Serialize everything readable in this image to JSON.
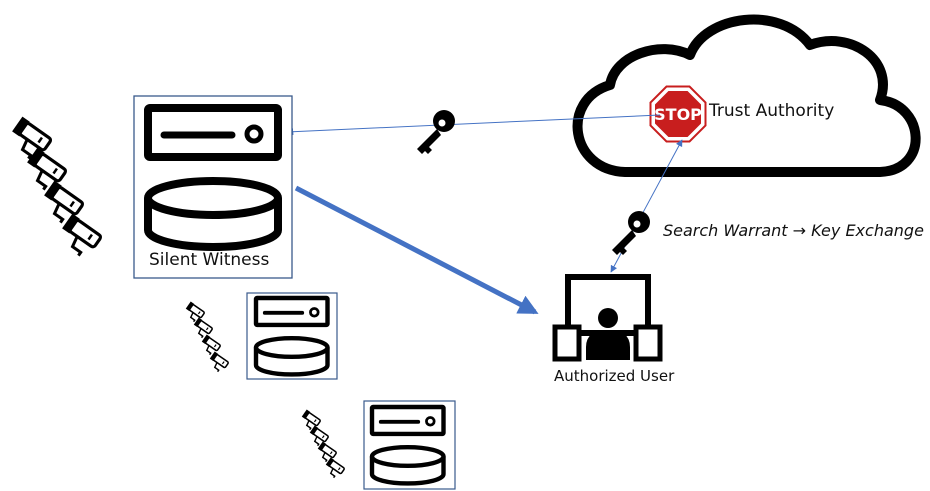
{
  "trust_authority": {
    "label": "Trust Authority",
    "sign_text": "STOP"
  },
  "silent_witness": {
    "label": "Silent Witness"
  },
  "authorized_user": {
    "label": "Authorized User"
  },
  "key_exchange": {
    "label_part1": "Search Warrant",
    "arrow": "→",
    "label_part2": "Key Exchange"
  },
  "colors": {
    "arrow_blue": "#4472c4",
    "box_border": "#3a5a8c",
    "stop_red": "#c81e1e"
  },
  "icons": [
    "cloud-icon",
    "stop-sign-icon",
    "key-icon",
    "server-icon",
    "database-icon",
    "cctv-camera-icon",
    "user-workstation-icon"
  ]
}
